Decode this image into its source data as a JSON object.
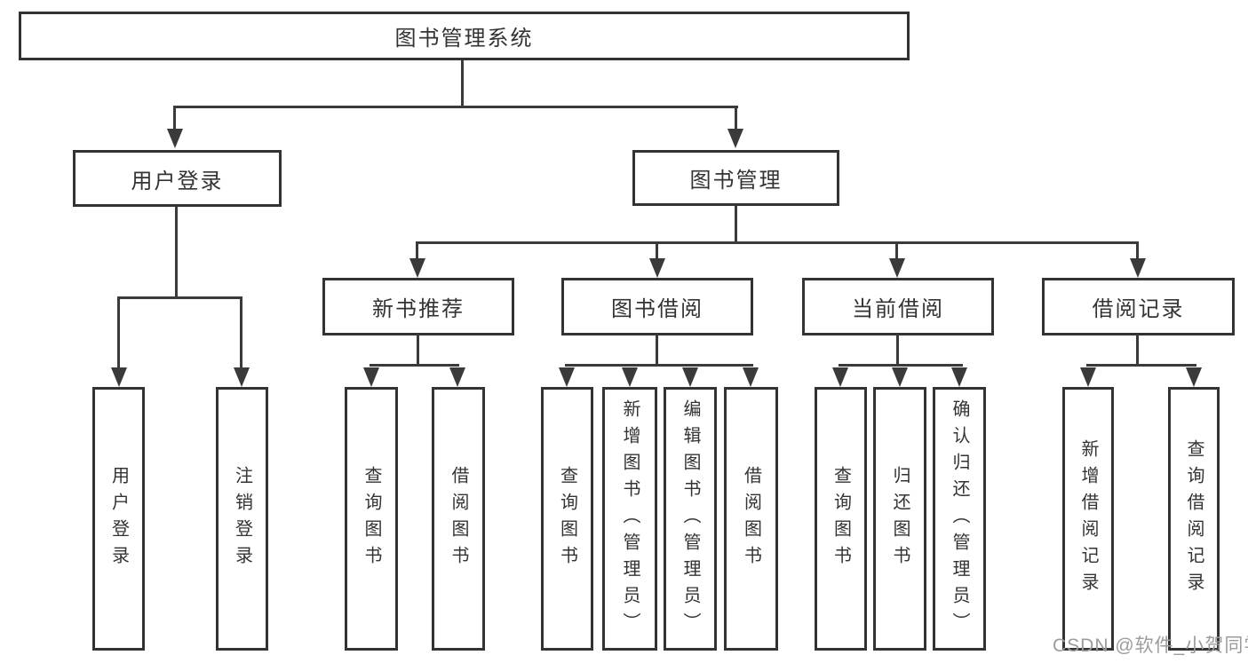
{
  "colors": {
    "background": "#ffffff",
    "line": "#3a3a3a",
    "box_border": "#333333",
    "text": "#333333",
    "watermark": "#9c9c9c"
  },
  "diagram": {
    "root": {
      "label": "图书管理系统"
    },
    "level2": [
      {
        "label": "用户登录"
      },
      {
        "label": "图书管理"
      }
    ],
    "level3": [
      {
        "label": "新书推荐"
      },
      {
        "label": "图书借阅"
      },
      {
        "label": "当前借阅"
      },
      {
        "label": "借阅记录"
      }
    ],
    "leaves": {
      "user_login": [
        {
          "label": "用户登录"
        },
        {
          "label": "注销登录"
        }
      ],
      "new_books": [
        {
          "label": "查询图书"
        },
        {
          "label": "借阅图书"
        }
      ],
      "book_borrow": [
        {
          "label": "查询图书"
        },
        {
          "label": "新增图书（管理员）"
        },
        {
          "label": "编辑图书（管理员）"
        },
        {
          "label": "借阅图书"
        }
      ],
      "current_borrow": [
        {
          "label": "查询图书"
        },
        {
          "label": "归还图书"
        },
        {
          "label": "确认归还（管理员）"
        }
      ],
      "borrow_records": [
        {
          "label": "新增借阅记录"
        },
        {
          "label": "查询借阅记录"
        }
      ]
    }
  },
  "watermark": {
    "text": "CSDN @软件_小贺同学"
  }
}
